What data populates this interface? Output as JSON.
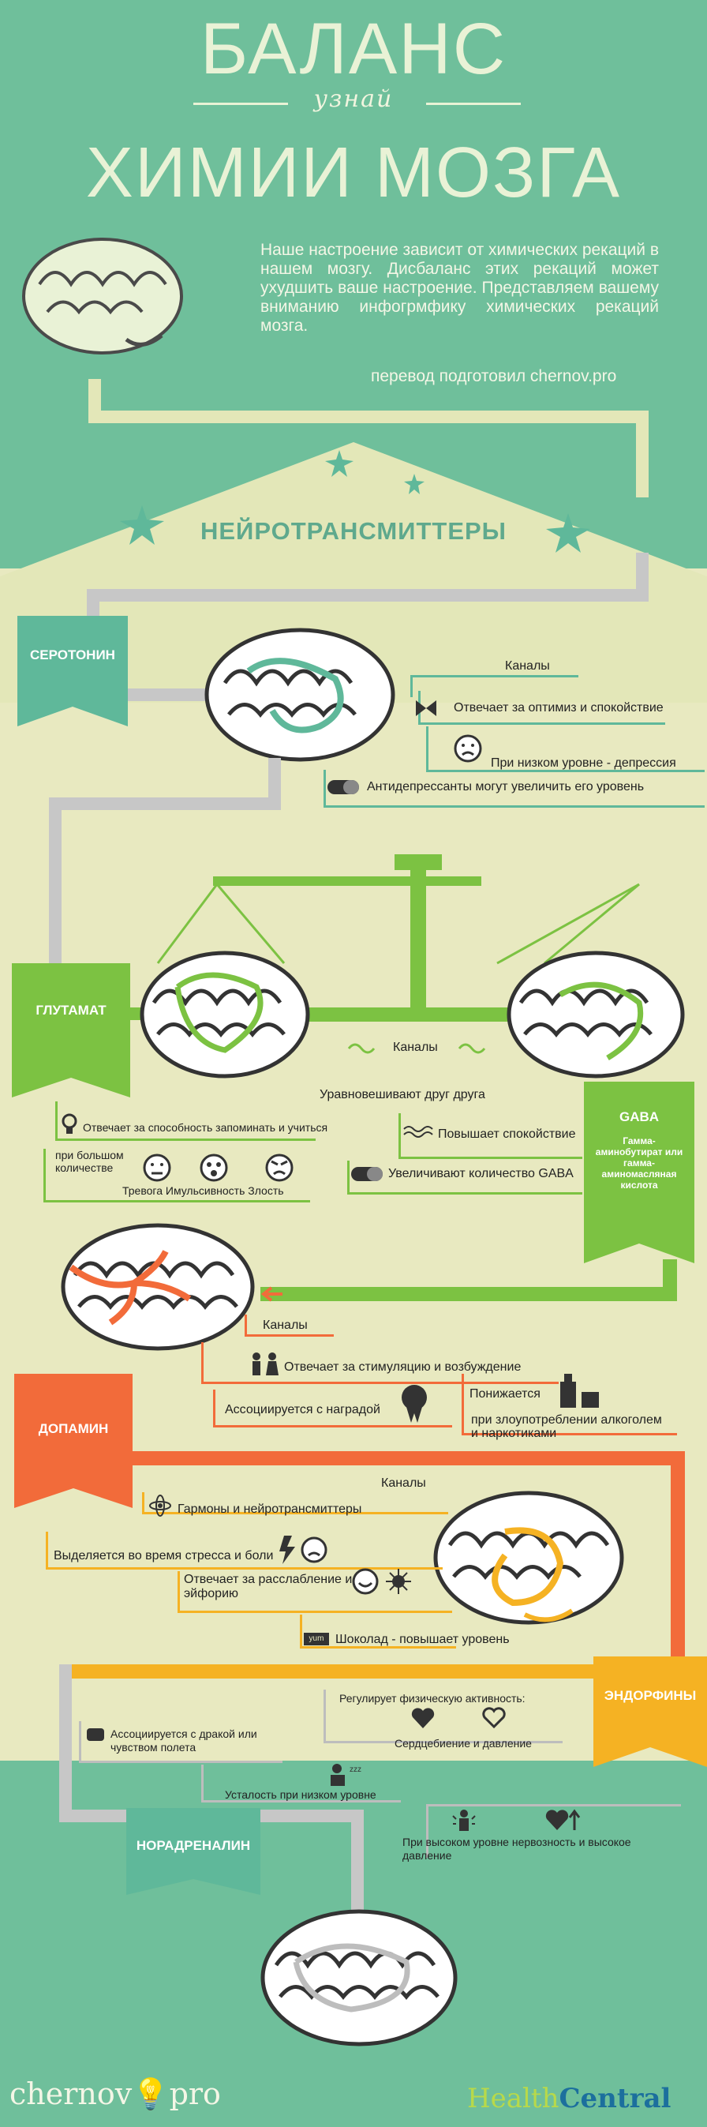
{
  "title": {
    "line1": "БАЛАНС",
    "line2": "узнай",
    "line3": "ХИМИИ МОЗГА"
  },
  "intro": "Наше настроение зависит от химических рекаций в нашем мозгу. Дисбаланс этих рекаций может ухудшить ваше настроение. Представляем вашему вниманию инфогрмфику химических рекаций мозга.",
  "credit": "перевод подготовил chernov.pro",
  "section_title": "НЕЙРОТРАНСМИТТЕРЫ",
  "serotonin": {
    "name": "СЕРОТОНИН",
    "channels": "Каналы",
    "role": "Отвечает за оптимиз и спокойствие",
    "low": "При низком уровне - депрессия",
    "drugs": "Антидепрессанты могут увеличить его уровень"
  },
  "glutamate": {
    "name": "ГЛУТАМАТ",
    "channels": "Каналы",
    "balance": "Уравновешивают друг друга",
    "memory": "Отвечает за способность запоминать и учиться",
    "excess": "при большом количестве",
    "effects": "Тревога Имульсивность Злость"
  },
  "gaba": {
    "name": "GABA",
    "full": "Гамма-аминобутират или гамма-аминомасляная кислота",
    "calm": "Повышает спокойствие",
    "increase": "Увеличивают количество GABA"
  },
  "dopamine": {
    "name": "ДОПАМИН",
    "channels": "Каналы",
    "role": "Отвечает за стимуляцию и возбуждение",
    "reward": "Ассоциируется с наградой",
    "decreases": "Понижается",
    "abuse": "при злоупотреблении алкоголем и наркотиками"
  },
  "endorphins": {
    "name": "ЭНДОРФИНЫ",
    "channels": "Каналы",
    "hormones": "Гармоны и нейротрансмиттеры",
    "stress": "Выделяется во время стресса и боли",
    "relax": "Отвечает за расслабление и эйфорию",
    "chocolate": "Шоколад - повышает уровень",
    "yum": "yum"
  },
  "noradrenaline": {
    "name": "НОРАДРЕНАЛИН",
    "activity": "Регулирует физическую активность:",
    "heart": "Сердцебиение и давление",
    "fight": "Ассоциируется с дракой или чувством полета",
    "fatigue": "Усталость при низком уровне",
    "high": "При высоком уровне нервозность и высокое давление"
  },
  "footer": {
    "left_logo_a": "chernov",
    "left_logo_b": "pro",
    "right_logo_a": "Health",
    "right_logo_b": "Central"
  },
  "colors": {
    "teal": "#5fb89a",
    "lime": "#7cc242",
    "orange": "#f26b3a",
    "yellow": "#f5b223",
    "grey": "#c7c7c7",
    "cream": "#e8e9c0"
  }
}
